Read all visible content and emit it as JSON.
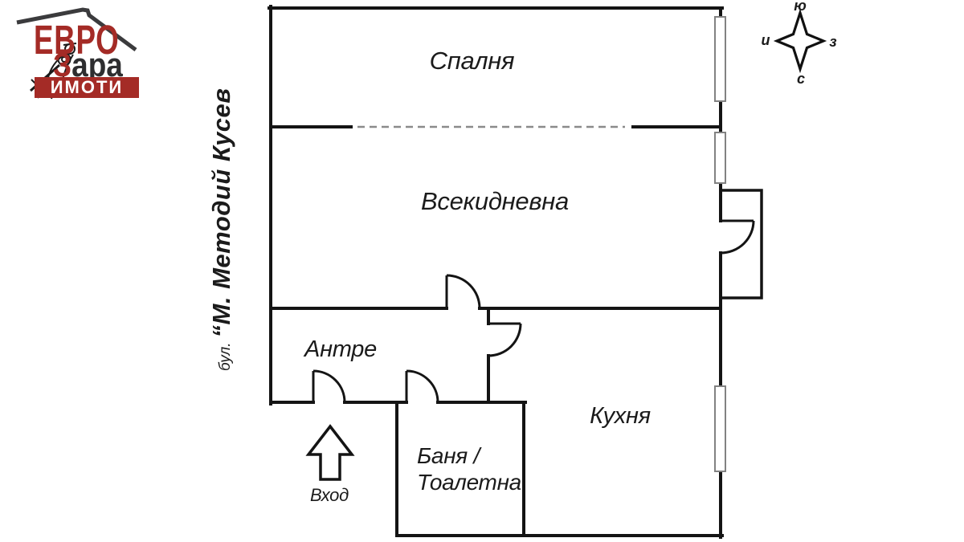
{
  "logo": {
    "line1": "ЕВРО",
    "line2_accent": "З",
    "line2_rest": "ара",
    "banner": "ИМОТИ",
    "colors": {
      "red": "#a42b26",
      "roof_gray": "#3b3b3d"
    }
  },
  "street": {
    "prefix": "бул.",
    "name": "“М. Методий Кусев"
  },
  "compass": {
    "top": "ю",
    "left": "и",
    "right": "з",
    "bottom": "с"
  },
  "rooms": [
    {
      "id": "bedroom",
      "label": "Спалня"
    },
    {
      "id": "living-room",
      "label": "Всекидневна"
    },
    {
      "id": "hallway",
      "label": "Антре"
    },
    {
      "id": "kitchen",
      "label": "Кухня"
    },
    {
      "id": "bathroom",
      "label1": "Баня /",
      "label2": "Тоалетна"
    }
  ],
  "entrance": {
    "label": "Вход"
  },
  "drawing_colors": {
    "wall": "#141414",
    "dashed_partition": "#8a8a8a",
    "window": "#828282"
  }
}
